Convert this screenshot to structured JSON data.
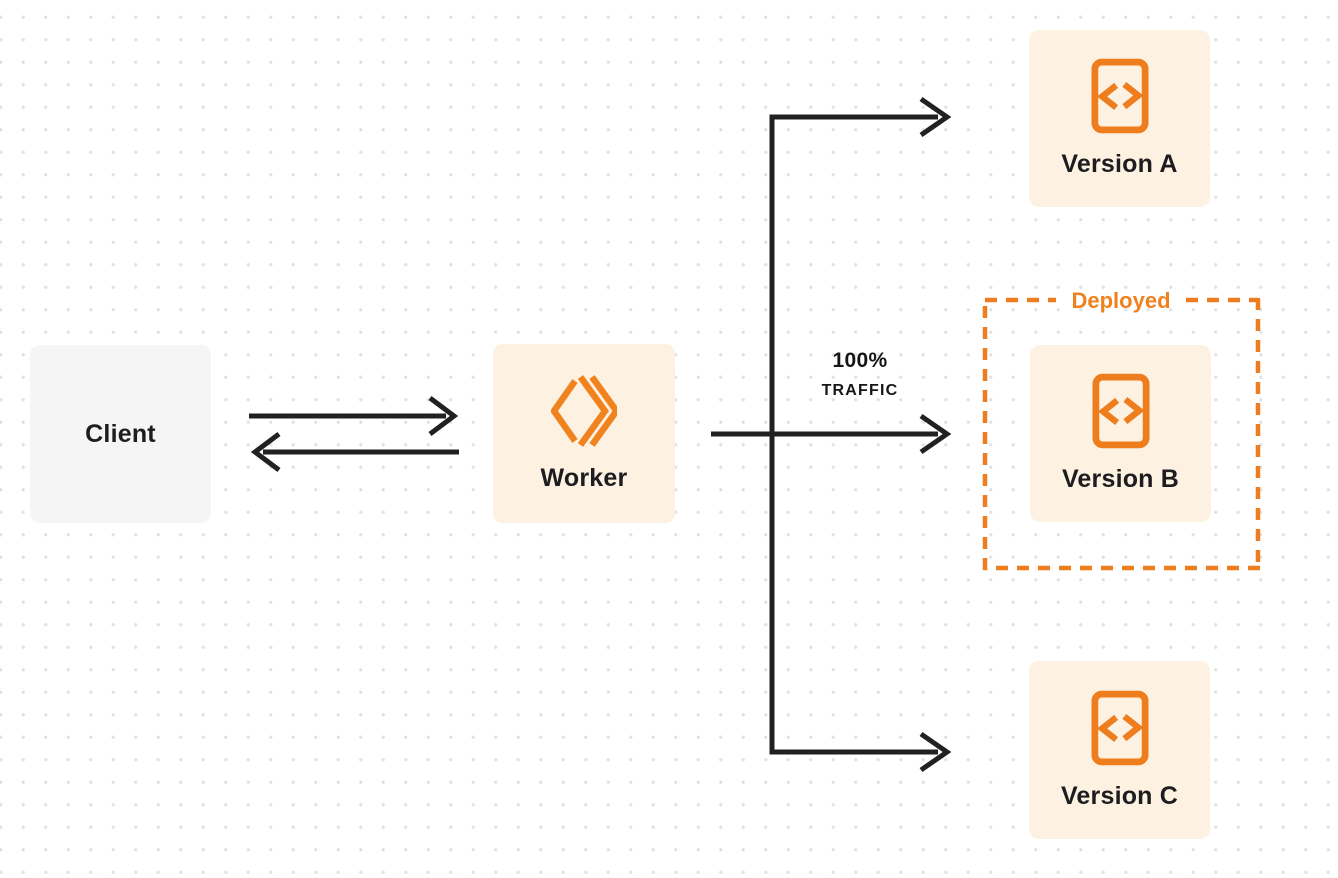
{
  "colors": {
    "accent_orange": "#f0811f",
    "box_cream": "#fdf1e2",
    "box_gray": "#f5f5f6",
    "line_dark": "#212121",
    "text_dark": "#1d1d1f",
    "dot_grid": "#e3e3e6"
  },
  "nodes": {
    "client": {
      "label": "Client"
    },
    "worker": {
      "label": "Worker",
      "icon": "workers-logo-icon"
    },
    "version_a": {
      "label": "Version A",
      "icon": "code-file-icon"
    },
    "version_b": {
      "label": "Version B",
      "icon": "code-file-icon"
    },
    "version_c": {
      "label": "Version C",
      "icon": "code-file-icon"
    }
  },
  "deployed_group": {
    "label": "Deployed"
  },
  "traffic_label": {
    "line1": "100%",
    "line2": "TRAFFIC"
  }
}
